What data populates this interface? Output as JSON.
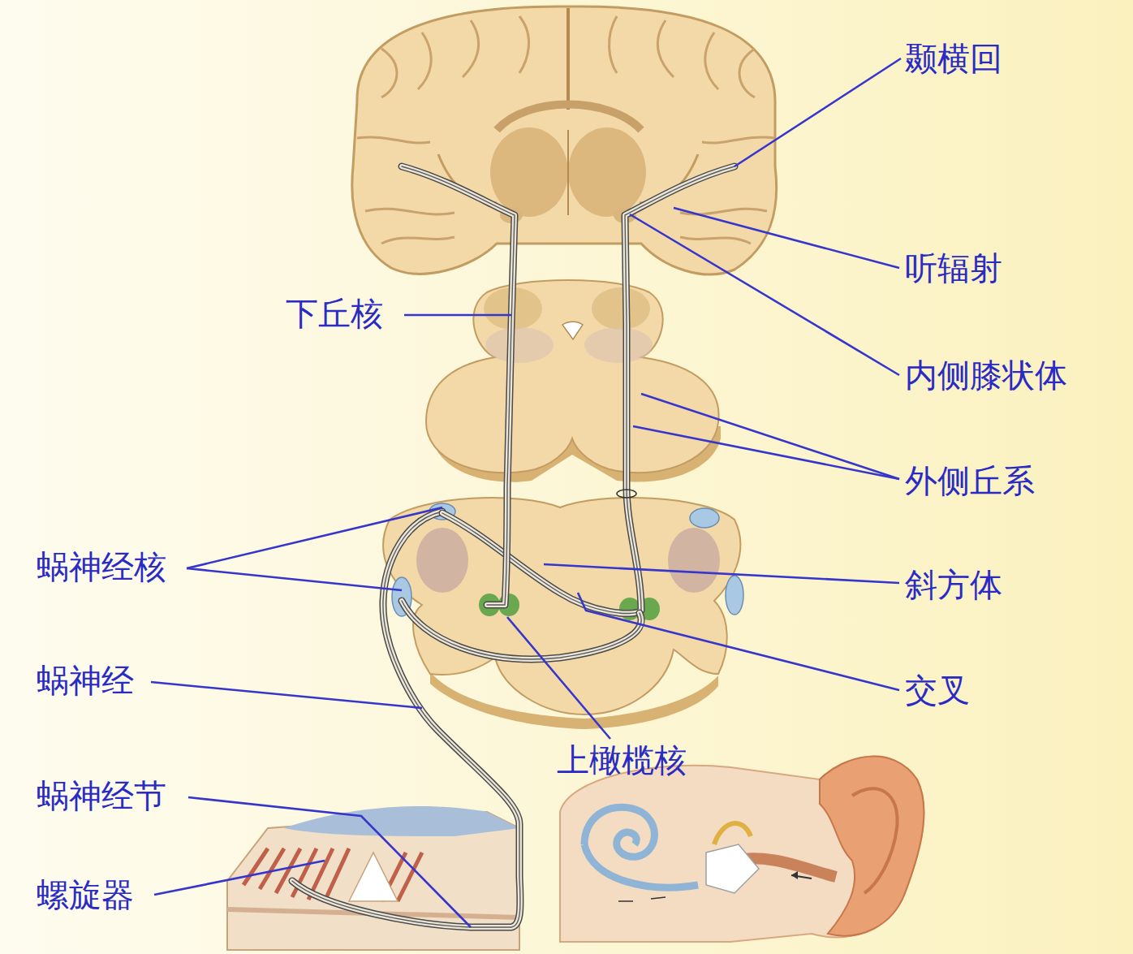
{
  "diagram": {
    "labels": [
      "颞横回",
      "听辐射",
      "下丘核",
      "内侧膝状体",
      "外侧丘系",
      "蜗神经核",
      "斜方体",
      "蜗神经",
      "交叉",
      "上橄榄核",
      "蜗神经节",
      "螺旋器"
    ]
  }
}
